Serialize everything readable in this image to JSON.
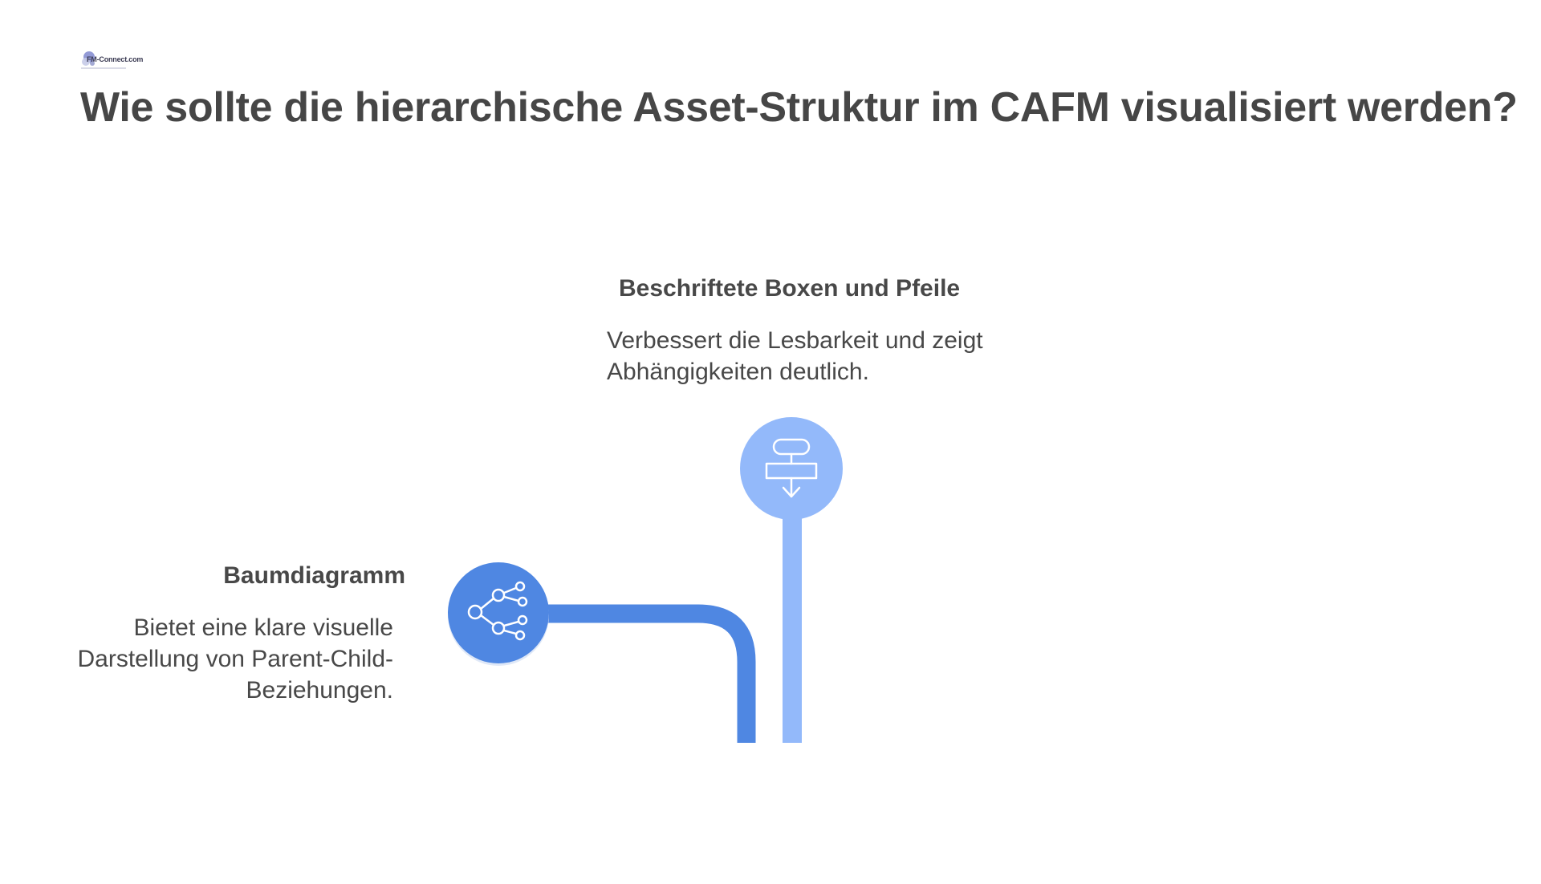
{
  "logo": {
    "text": "FM-Connect.com"
  },
  "title": "Wie sollte die hierarchische Asset-Struktur im CAFM visualisiert werden?",
  "branches": [
    {
      "title": "Beschriftete Boxen und Pfeile",
      "description": "Verbessert die Lesbarkeit und zeigt Abhängigkeiten deutlich.",
      "icon": "flowchart-icon",
      "color": "#93B9FA"
    },
    {
      "title": "Baumdiagramm",
      "description": "Bietet eine klare visuelle Darstellung von Parent-Child-Beziehungen.",
      "icon": "tree-diagram-icon",
      "color": "#4F87E2"
    }
  ]
}
